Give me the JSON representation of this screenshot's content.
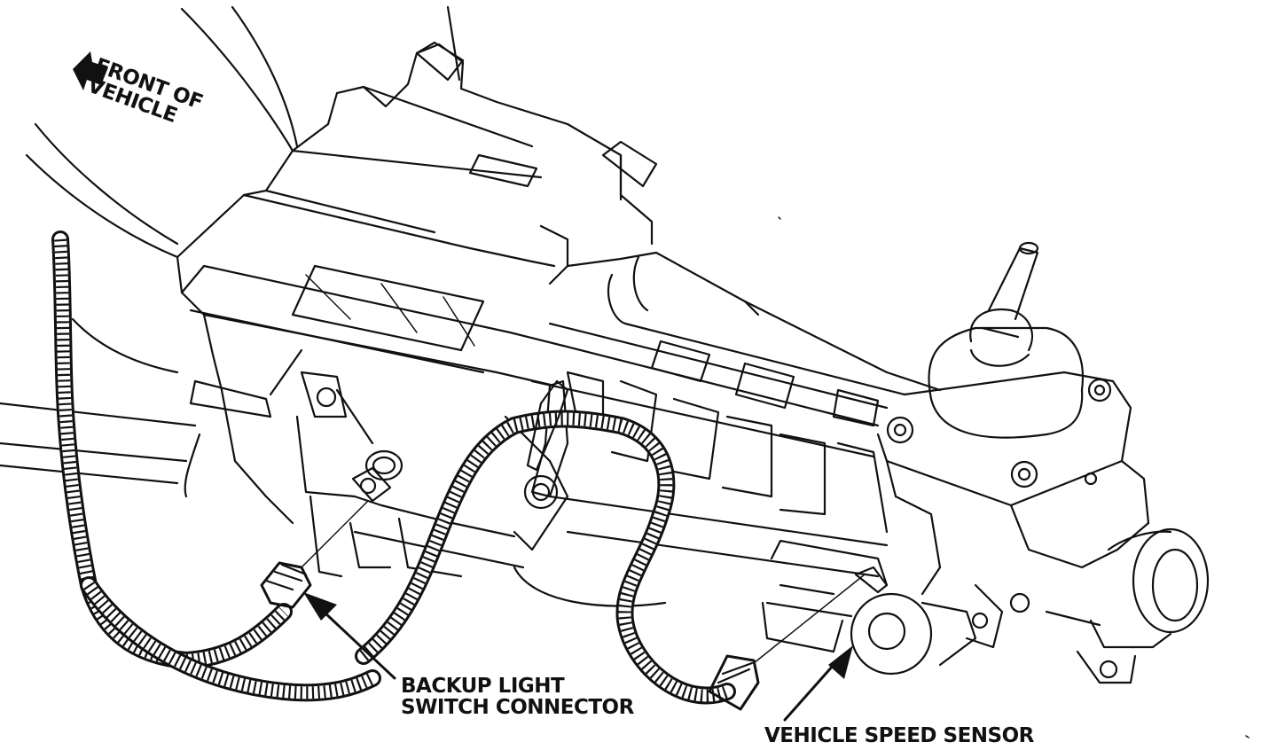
{
  "labels": {
    "front_line1": "FRONT OF",
    "front_line2": "VEHICLE",
    "backup_line1": "BACKUP LIGHT",
    "backup_line2": "SWITCH CONNECTOR",
    "vss": "VEHICLE SPEED SENSOR"
  },
  "colors": {
    "ink": "#111111",
    "paper": "#ffffff"
  }
}
